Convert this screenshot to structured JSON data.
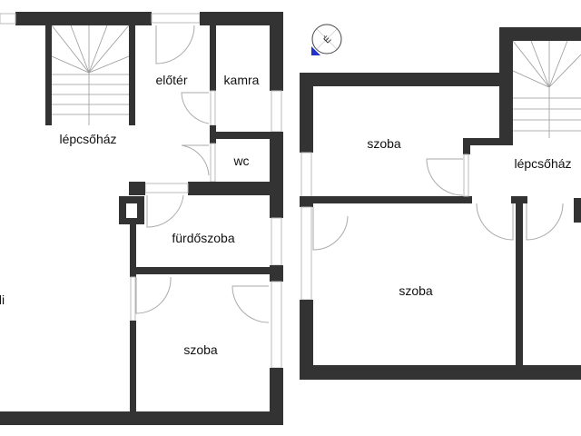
{
  "floor_plan": {
    "left_floor": {
      "rooms": [
        {
          "label": "lépcsőház"
        },
        {
          "label": "előtér"
        },
        {
          "label": "kamra"
        },
        {
          "label": "wc"
        },
        {
          "label": "fürdőszoba"
        },
        {
          "label": "szoba"
        },
        {
          "label": "li"
        }
      ]
    },
    "right_floor": {
      "rooms": [
        {
          "label": "szoba"
        },
        {
          "label": "lépcsőház"
        },
        {
          "label": "szoba"
        }
      ]
    },
    "compass": {
      "icon": "compass-icon",
      "letter": "É"
    },
    "colors": {
      "wall": "#333333",
      "compass_marker": "#2233cc"
    }
  }
}
